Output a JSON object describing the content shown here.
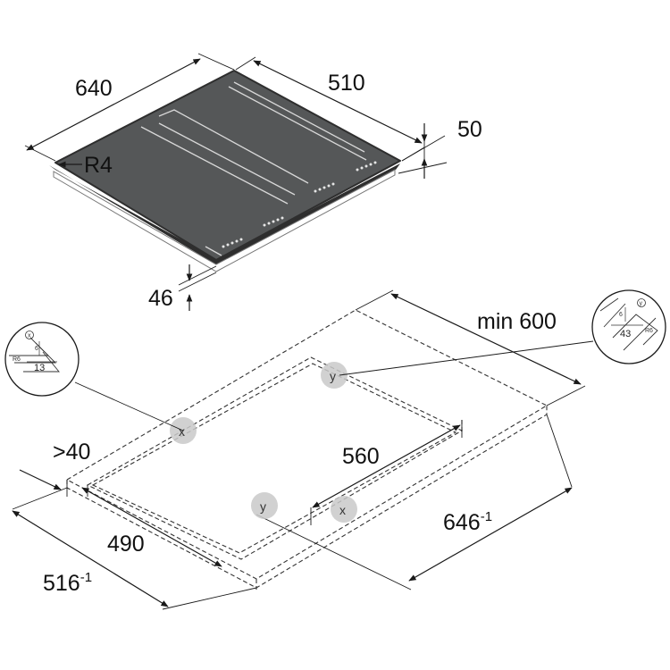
{
  "hob": {
    "width": "640",
    "depth": "510",
    "height": "50",
    "radius": "R4",
    "edge": "46"
  },
  "cutout": {
    "min_depth": "min 600",
    "inner_width": "560",
    "clearance": ">40",
    "inner_depth": "490",
    "outer_depth_base": "516",
    "outer_depth_sup": "-1",
    "outer_width_base": "646",
    "outer_width_sup": "-1"
  },
  "markers": {
    "x": "x",
    "y": "y"
  },
  "detail_x": {
    "tag": "x",
    "r": "R6",
    "h": "6",
    "w": "13"
  },
  "detail_y": {
    "tag": "y",
    "r": "R6",
    "h": "6",
    "w": "43"
  },
  "colors": {
    "glass": "#555758",
    "edge": "#2e2e2e",
    "marker": "#c9c9c9"
  }
}
